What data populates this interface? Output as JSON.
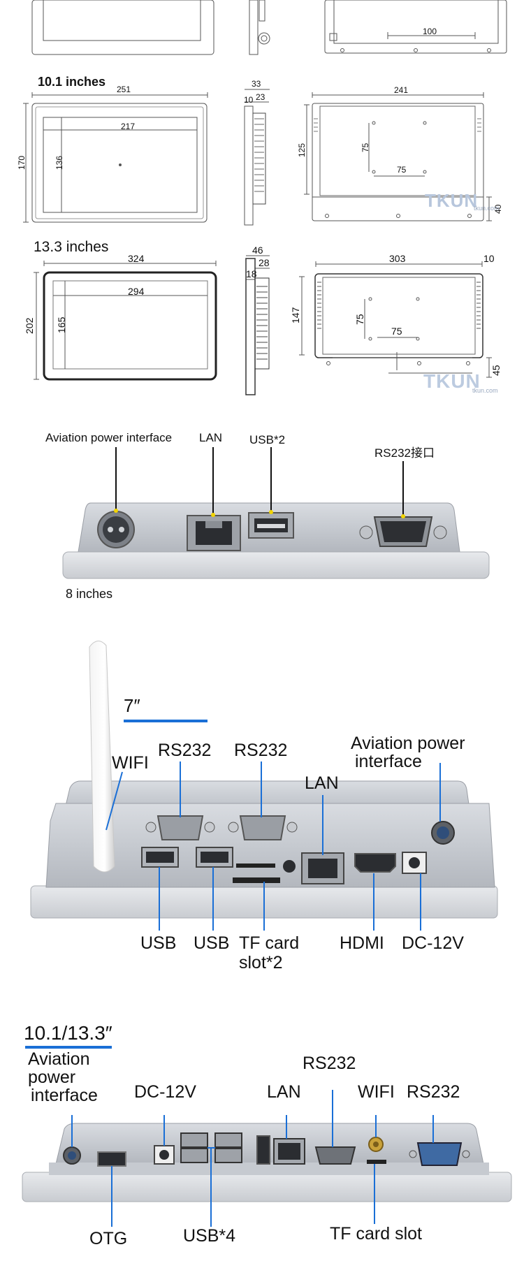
{
  "top_partial": {
    "dim_width": "100"
  },
  "size_10_1": {
    "title": "10.1 inches",
    "front": {
      "width": "251",
      "height": "170",
      "screen_width": "217",
      "screen_height": "136"
    },
    "side": {
      "depth": "33",
      "d1": "10",
      "d2": "23"
    },
    "back": {
      "width": "241",
      "height": "125",
      "hole_h": "75",
      "hole_v": "75",
      "bottom": "40"
    },
    "watermark": {
      "logo": "TKUN",
      "url": "tkun.com"
    }
  },
  "size_13_3": {
    "title": "13.3 inches",
    "front": {
      "width": "324",
      "height": "202",
      "screen_width": "294",
      "screen_height": "165"
    },
    "side": {
      "depth": "46",
      "d1": "28",
      "d2": "18"
    },
    "back": {
      "width": "303",
      "right": "10",
      "height": "147",
      "hole_h": "75",
      "hole_v": "75",
      "bottom": "45"
    },
    "watermark": {
      "logo": "TKUN",
      "url": "tkun.com"
    }
  },
  "ports_8": {
    "caption": "8 inches",
    "labels": {
      "aviation": "Aviation power interface",
      "lan": "LAN",
      "usb": "USB*2",
      "rs232": "RS232接口"
    }
  },
  "ports_7": {
    "title": "7″",
    "accent": "#1a6fd6",
    "labels": {
      "wifi": "WIFI",
      "rs232_a": "RS232",
      "rs232_b": "RS232",
      "lan": "LAN",
      "aviation_1": "Aviation power",
      "aviation_2": "interface",
      "usb_a": "USB",
      "usb_b": "USB",
      "tf_1": "TF card",
      "tf_2": "slot*2",
      "hdmi": "HDMI",
      "dc": "DC-12V"
    }
  },
  "ports_10_13": {
    "title": "10.1/13.3″",
    "labels": {
      "aviation_1": "Aviation",
      "aviation_2": "power",
      "aviation_3": "interface",
      "dc": "DC-12V",
      "lan": "LAN",
      "rs232_a": "RS232",
      "wifi": "WIFI",
      "rs232_b": "RS232",
      "otg": "OTG",
      "usb": "USB*4",
      "tf": "TF card slot"
    }
  }
}
